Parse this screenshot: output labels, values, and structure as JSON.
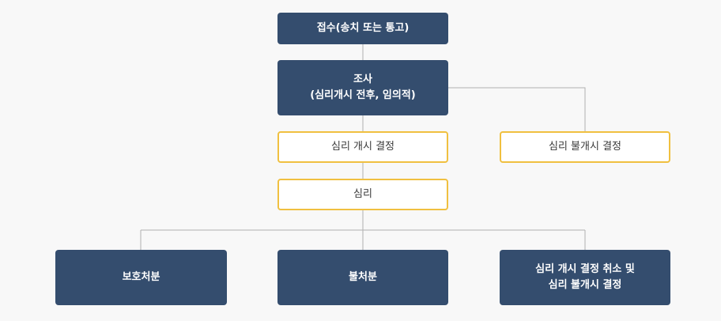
{
  "flowchart": {
    "receipt": "접수(송치 또는 통고)",
    "investigation": {
      "line1": "조사",
      "line2": "(심리개시 전후, 임의적)"
    },
    "trial_decision": "심리 개시 결정",
    "no_trial_decision": "심리 불개시 결정",
    "trial": "심리",
    "protective_disposition": "보호처분",
    "non_disposition": "불처분",
    "cancel": {
      "line1": "심리 개시 결정 취소 및",
      "line2": "심리 불개시 결정"
    }
  },
  "colors": {
    "dark_box": "#344d6e",
    "light_border": "#f0c040",
    "connector": "#b0b0b0",
    "background": "#f8f8f8"
  }
}
